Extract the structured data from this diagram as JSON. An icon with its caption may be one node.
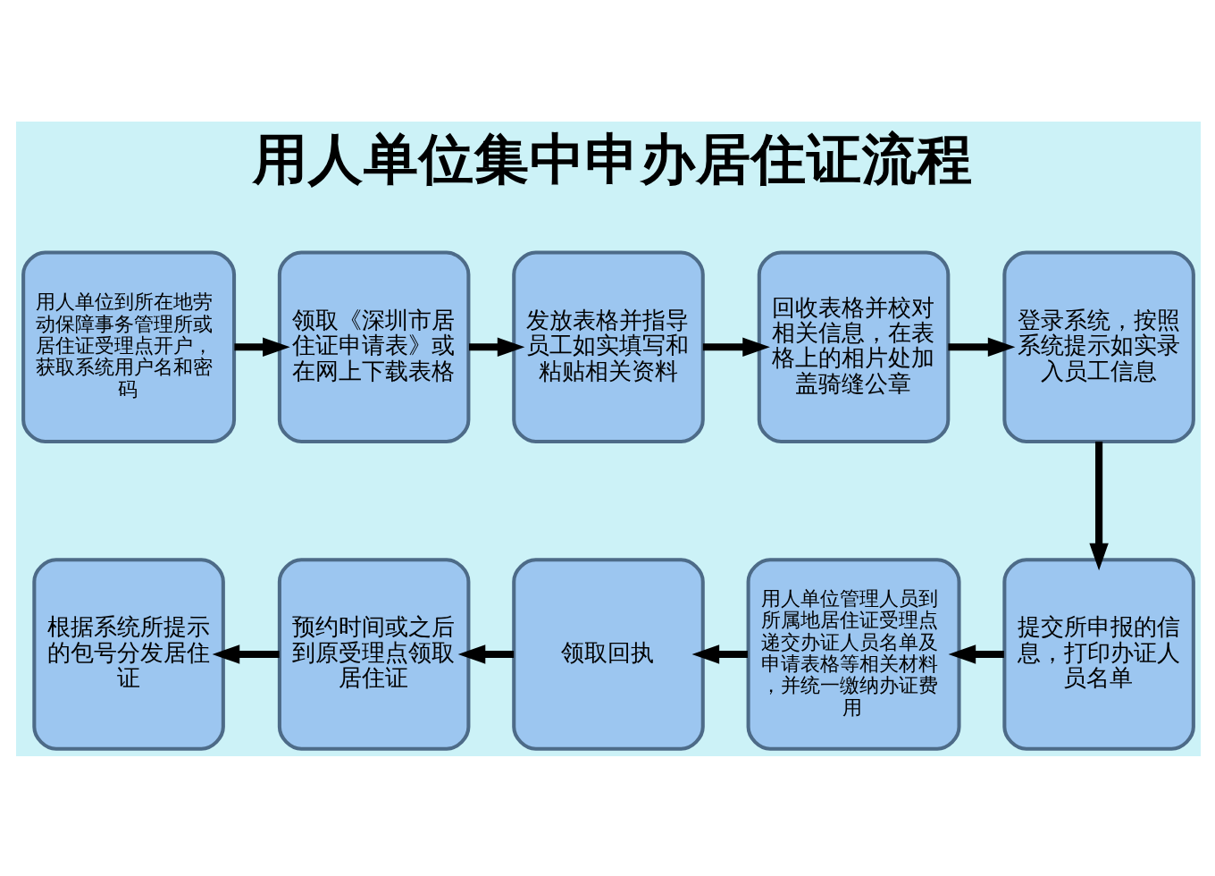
{
  "diagram": {
    "title": "用人单位集中申办居住证流程",
    "nodes": [
      {
        "text": [
          "用人单位到所在地劳动保障事务管理所或居住证受理点开户，获取系统用户名和密码"
        ]
      },
      {
        "text": [
          "领取《深圳市居住证申请表》或在网上下载表格"
        ]
      },
      {
        "text": [
          "发放表格并指导员工如实填写和粘贴相关资料"
        ]
      },
      {
        "text": [
          "回收表格并校对相关信息，在表格上的相片处加盖骑缝公章"
        ]
      },
      {
        "text": [
          "登录系统，按照系统提示如实录入员工信息"
        ]
      },
      {
        "text": [
          "提交所申报的信息，打印办证人员名单"
        ]
      },
      {
        "text": [
          "用人单位管理人员到所属地居住证受理点递交办证人员名单及申请表格等相关材料，并统一缴纳办证费用"
        ]
      },
      {
        "text": [
          "领取回执"
        ]
      },
      {
        "text": [
          "预约时间或之后到原受理点领取居住证"
        ]
      },
      {
        "text": [
          "根据系统所提示的包号分发居住证"
        ]
      }
    ],
    "edges": [
      {
        "from": 0,
        "to": 1,
        "arrow": "to"
      },
      {
        "from": 1,
        "to": 2,
        "arrow": "to"
      },
      {
        "from": 2,
        "to": 3,
        "arrow": "to"
      },
      {
        "from": 3,
        "to": 4,
        "arrow": "to"
      },
      {
        "from": 4,
        "to": 5,
        "arrow": "to"
      },
      {
        "from": 5,
        "to": 6,
        "arrow": "to"
      },
      {
        "from": 6,
        "to": 7,
        "arrow": "to"
      },
      {
        "from": 7,
        "to": 8,
        "arrow": "to"
      },
      {
        "from": 8,
        "to": 9,
        "arrow": "to"
      }
    ]
  }
}
